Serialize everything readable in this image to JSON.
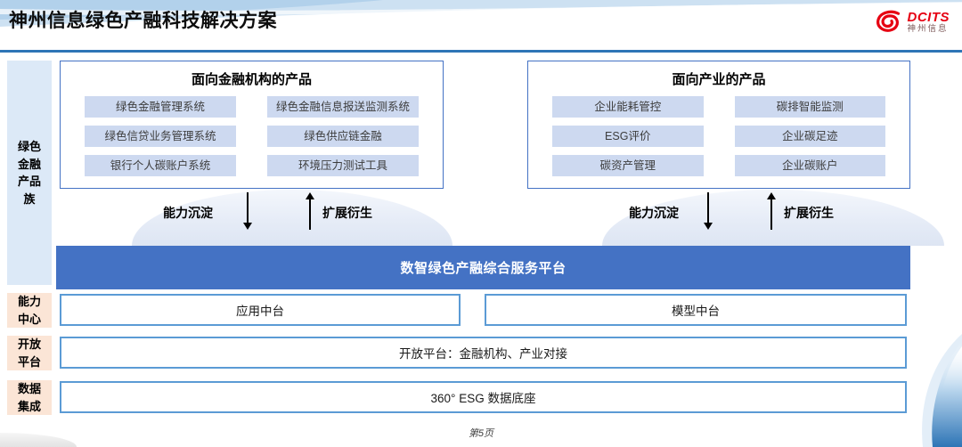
{
  "page": {
    "title": "神州信息绿色产融科技解决方案",
    "footer": "第5页"
  },
  "logo": {
    "name": "DCITS",
    "subtitle": "神州信息"
  },
  "sidebar": {
    "family_label": "绿色金融产品族",
    "rows": [
      {
        "label": "能力中心"
      },
      {
        "label": "开放平台"
      },
      {
        "label": "数据集成"
      }
    ]
  },
  "product_groups": [
    {
      "title": "面向金融机构的产品",
      "items": [
        "绿色金融管理系统",
        "绿色金融信息报送监测系统",
        "绿色信贷业务管理系统",
        "绿色供应链金融",
        "银行个人碳账户系统",
        "环境压力测试工具"
      ]
    },
    {
      "title": "面向产业的产品",
      "items": [
        "企业能耗管控",
        "碳排智能监测",
        "ESG评价",
        "企业碳足迹",
        "碳资产管理",
        "企业碳账户"
      ]
    }
  ],
  "flows": {
    "down_label": "能力沉淀",
    "up_label": "扩展衍生"
  },
  "platform": {
    "title": "数智绿色产融综合服务平台"
  },
  "middle_rows": {
    "capability": [
      "应用中台",
      "模型中台"
    ],
    "open_platform": "开放平台：金融机构、产业对接",
    "data_base": "360° ESG 数据底座"
  },
  "colors": {
    "platform_bar": "#4472C4",
    "item_bg": "#CDD9F0",
    "sidebar_blue": "#DCE9F7",
    "sidebar_peach": "#FBE5D6",
    "border_blue": "#5B9BD5",
    "accent_line": "#2E75B6",
    "brand_red": "#E60012"
  }
}
